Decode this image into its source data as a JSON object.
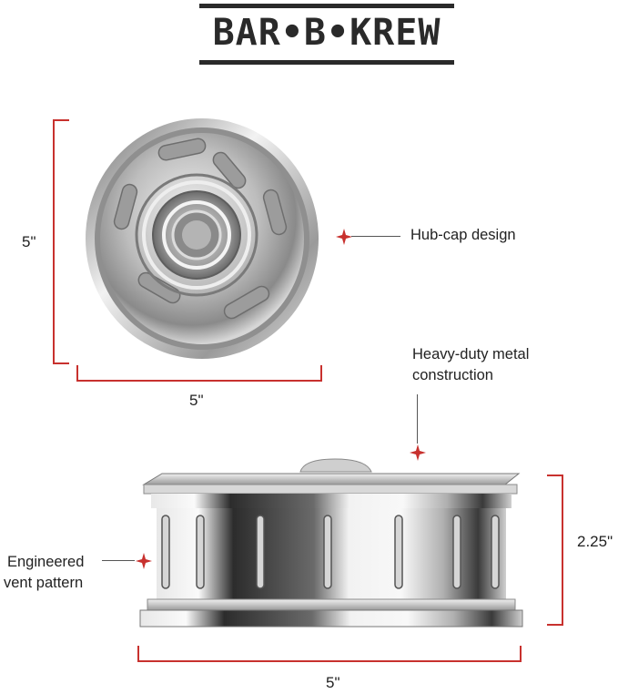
{
  "brand": {
    "logo_text": "BAR•B•KREW",
    "accent_color": "#c8312e",
    "dark_color": "#2a2a2a"
  },
  "top_view": {
    "height_label": "5\"",
    "width_label": "5\"",
    "callout": "Hub-cap design"
  },
  "side_view": {
    "top_callout_line1": "Heavy-duty metal",
    "top_callout_line2": "construction",
    "left_callout_line1": "Engineered",
    "left_callout_line2": "vent pattern",
    "height_label": "2.25\"",
    "width_label": "5\""
  }
}
